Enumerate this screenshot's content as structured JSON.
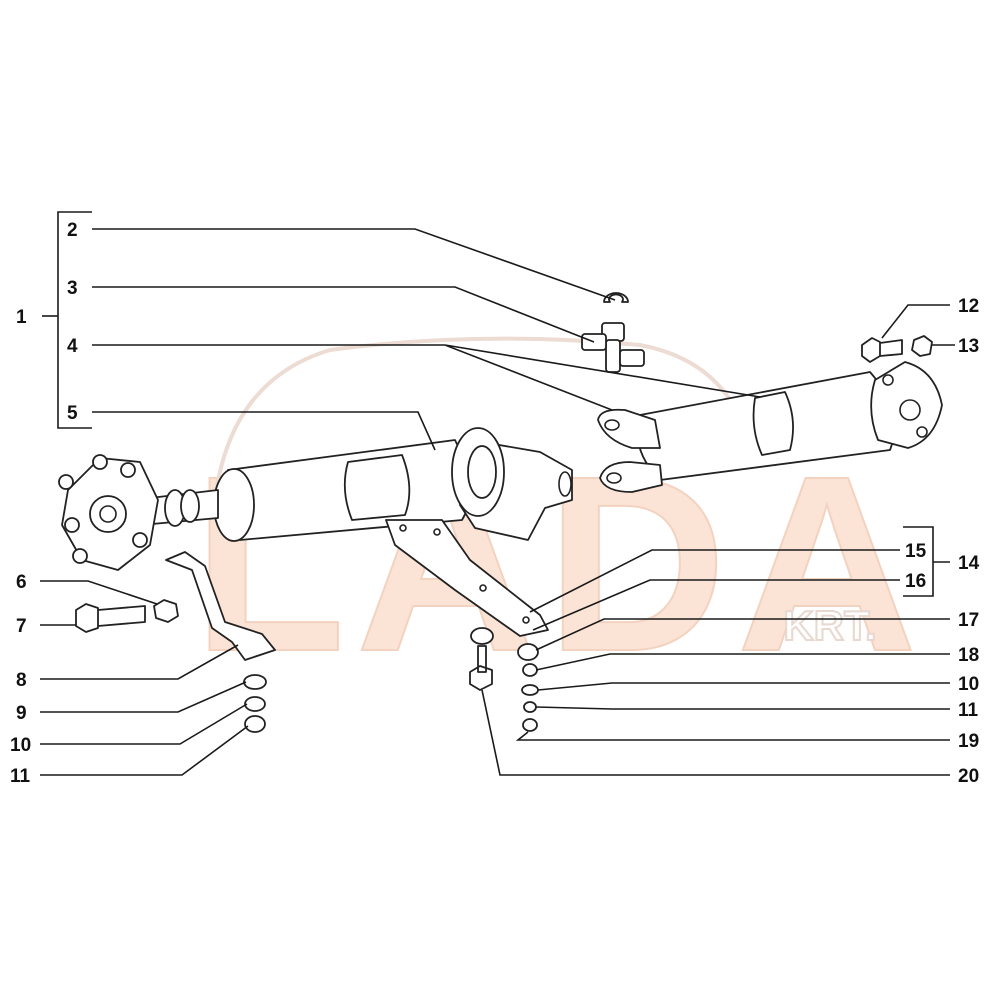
{
  "watermark": {
    "main": "LADA",
    "sub": "KRT."
  },
  "colors": {
    "watermark_fill": "#fbe3d6",
    "watermark_outline": "#ecd9cf",
    "line": "#222222"
  },
  "callouts": {
    "c1": "1",
    "c2": "2",
    "c3": "3",
    "c4": "4",
    "c5": "5",
    "c6": "6",
    "c7": "7",
    "c8": "8",
    "c9": "9",
    "c10_left": "10",
    "c11_left": "11",
    "c12": "12",
    "c13": "13",
    "c14": "14",
    "c15": "15",
    "c16": "16",
    "c17": "17",
    "c18": "18",
    "c10_right": "10",
    "c11_right": "11",
    "c19": "19",
    "c20": "20"
  }
}
